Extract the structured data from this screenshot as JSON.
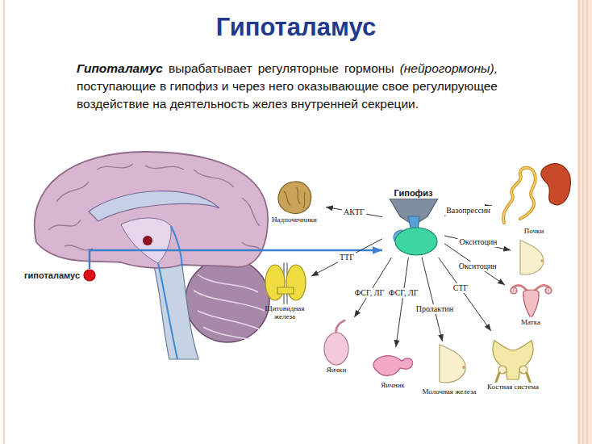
{
  "diagram": {
    "title": "Гипоталамус",
    "nodes": [
      {
        "text": [
          "гипоталамус"
        ]
      },
      {
        "text": [
          "Гипофиз"
        ]
      },
      {
        "text": [
          "Надпочечники"
        ]
      },
      {
        "text": [
          "Почки"
        ]
      },
      {
        "text": [
          "Щитовидная железа"
        ]
      },
      {
        "text": [
          "Матка"
        ]
      },
      {
        "text": [
          "Яички"
        ]
      },
      {
        "text": [
          "Яичник"
        ]
      },
      {
        "text": [
          "Молочная железа"
        ]
      },
      {
        "text": [
          "Костная система"
        ]
      }
    ],
    "edges": [
      {
        "from": 0,
        "to": 1,
        "arrow": "to"
      },
      {
        "from": 1,
        "to": 2,
        "label": "АКТГ",
        "arrow": "to"
      },
      {
        "from": 1,
        "to": 3,
        "label": "Вазопрессин",
        "arrow": "to"
      },
      {
        "from": 1,
        "to": 4,
        "label": "ТТГ",
        "arrow": "to"
      },
      {
        "from": 1,
        "to": 5,
        "label": "Окситоцин",
        "arrow": "to"
      },
      {
        "from": 1,
        "to": 6,
        "label": "ФСГ, ЛГ",
        "arrow": "to"
      },
      {
        "from": 1,
        "to": 7,
        "label": "ФСГ, ЛГ",
        "arrow": "to"
      },
      {
        "from": 1,
        "to": 8,
        "label": "Пролактин",
        "arrow": "to"
      },
      {
        "from": 1,
        "to": 9,
        "label": "СТГ",
        "arrow": "to"
      }
    ],
    "labels": [
      "Гипоталамус",
      "вырабатывает регуляторные гормоны",
      "(нейрогормоны),",
      "поступающие в гипофиз и через него оказывающие свое регулирующее воздействие на деятельность желез внутренней секреции.",
      "Окситоцин"
    ]
  }
}
